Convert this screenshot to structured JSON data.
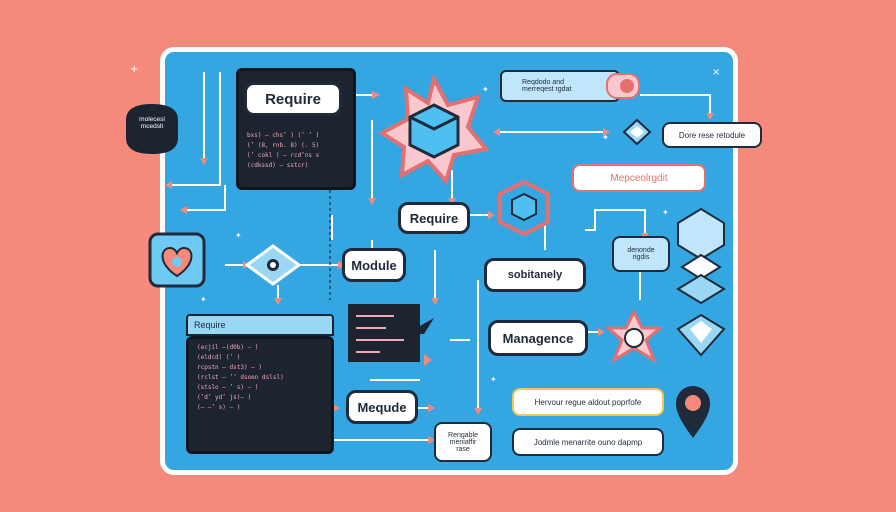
{
  "colors": {
    "background": "#f58a7c",
    "board": "#34a7e3",
    "node_border": "#1f2a3a",
    "accent_pink": "#f7a6b4",
    "code_bg": "#1c2430"
  },
  "left_callout": "molecesl\nmcedslt",
  "top_code": {
    "title": "Require",
    "lines": [
      "bxs) — chs’ ) (’ ’ )",
      "(’ (8, rnb. 8) (. 5)",
      "(’ cokl ) — rcd’ns s",
      "(cdkssd) — sstcr)"
    ]
  },
  "require_mid": "Require",
  "module_node": "Module",
  "sobitanely": "sobitanely",
  "managence": "Managence",
  "mequde": "Mequde",
  "bottom_code": {
    "title": "Require",
    "lines": [
      "(ecjil —(d0b) — )",
      "(eldcd) (’ )",
      "rcpstn — dst3) — )",
      "(rclst — ’’ dsoen dslsl)",
      "",
      "(stslo — ’ s) — )",
      "(’d’ yd’ js)— )",
      "(— —’ s) — )"
    ]
  },
  "top_badge": {
    "line1": "Reqdodo and",
    "line2": "merreqest rgdat"
  },
  "done_box": "Dore rese retodule",
  "mepceo": "Mepceolrgdit",
  "denonde": "denonde\nrigdis",
  "rengable": "Rengable\nmeniaffir\nrase",
  "hervour": "Hervour regue aldout poprfofe",
  "jodmle": "Jodmle menarrite ouno dapmp"
}
